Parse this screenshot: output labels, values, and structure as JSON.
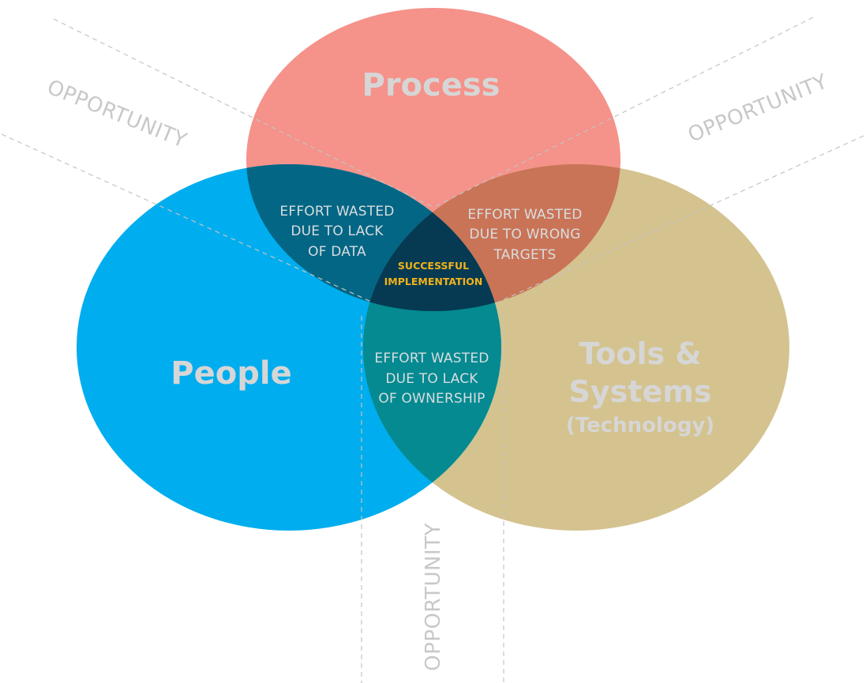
{
  "sets": {
    "process": {
      "label": "Process",
      "color": "#f5928a"
    },
    "people": {
      "label": "People",
      "color": "#00adee"
    },
    "tools": {
      "line1": "Tools &",
      "line2": "Systems",
      "line3": "(Technology)",
      "color": "#d4c38f"
    }
  },
  "overlaps": {
    "people_process": {
      "lines": [
        "EFFORT WASTED",
        "DUE TO LACK",
        "OF DATA"
      ],
      "color": "#036684"
    },
    "process_tools": {
      "lines": [
        "EFFORT WASTED",
        "DUE TO WRONG",
        "TARGETS"
      ],
      "color": "#c97457"
    },
    "people_tools": {
      "lines": [
        "EFFORT WASTED",
        "DUE TO LACK",
        "OF OWNERSHIP"
      ],
      "color": "#048a90"
    },
    "center": {
      "lines": [
        "SUCCESSFUL",
        "IMPLEMENTATION"
      ],
      "color": "#053a52"
    }
  },
  "opportunities": {
    "top_left": "OPPORTUNITY",
    "top_right": "OPPORTUNITY",
    "bottom": "OPPORTUNITY"
  }
}
